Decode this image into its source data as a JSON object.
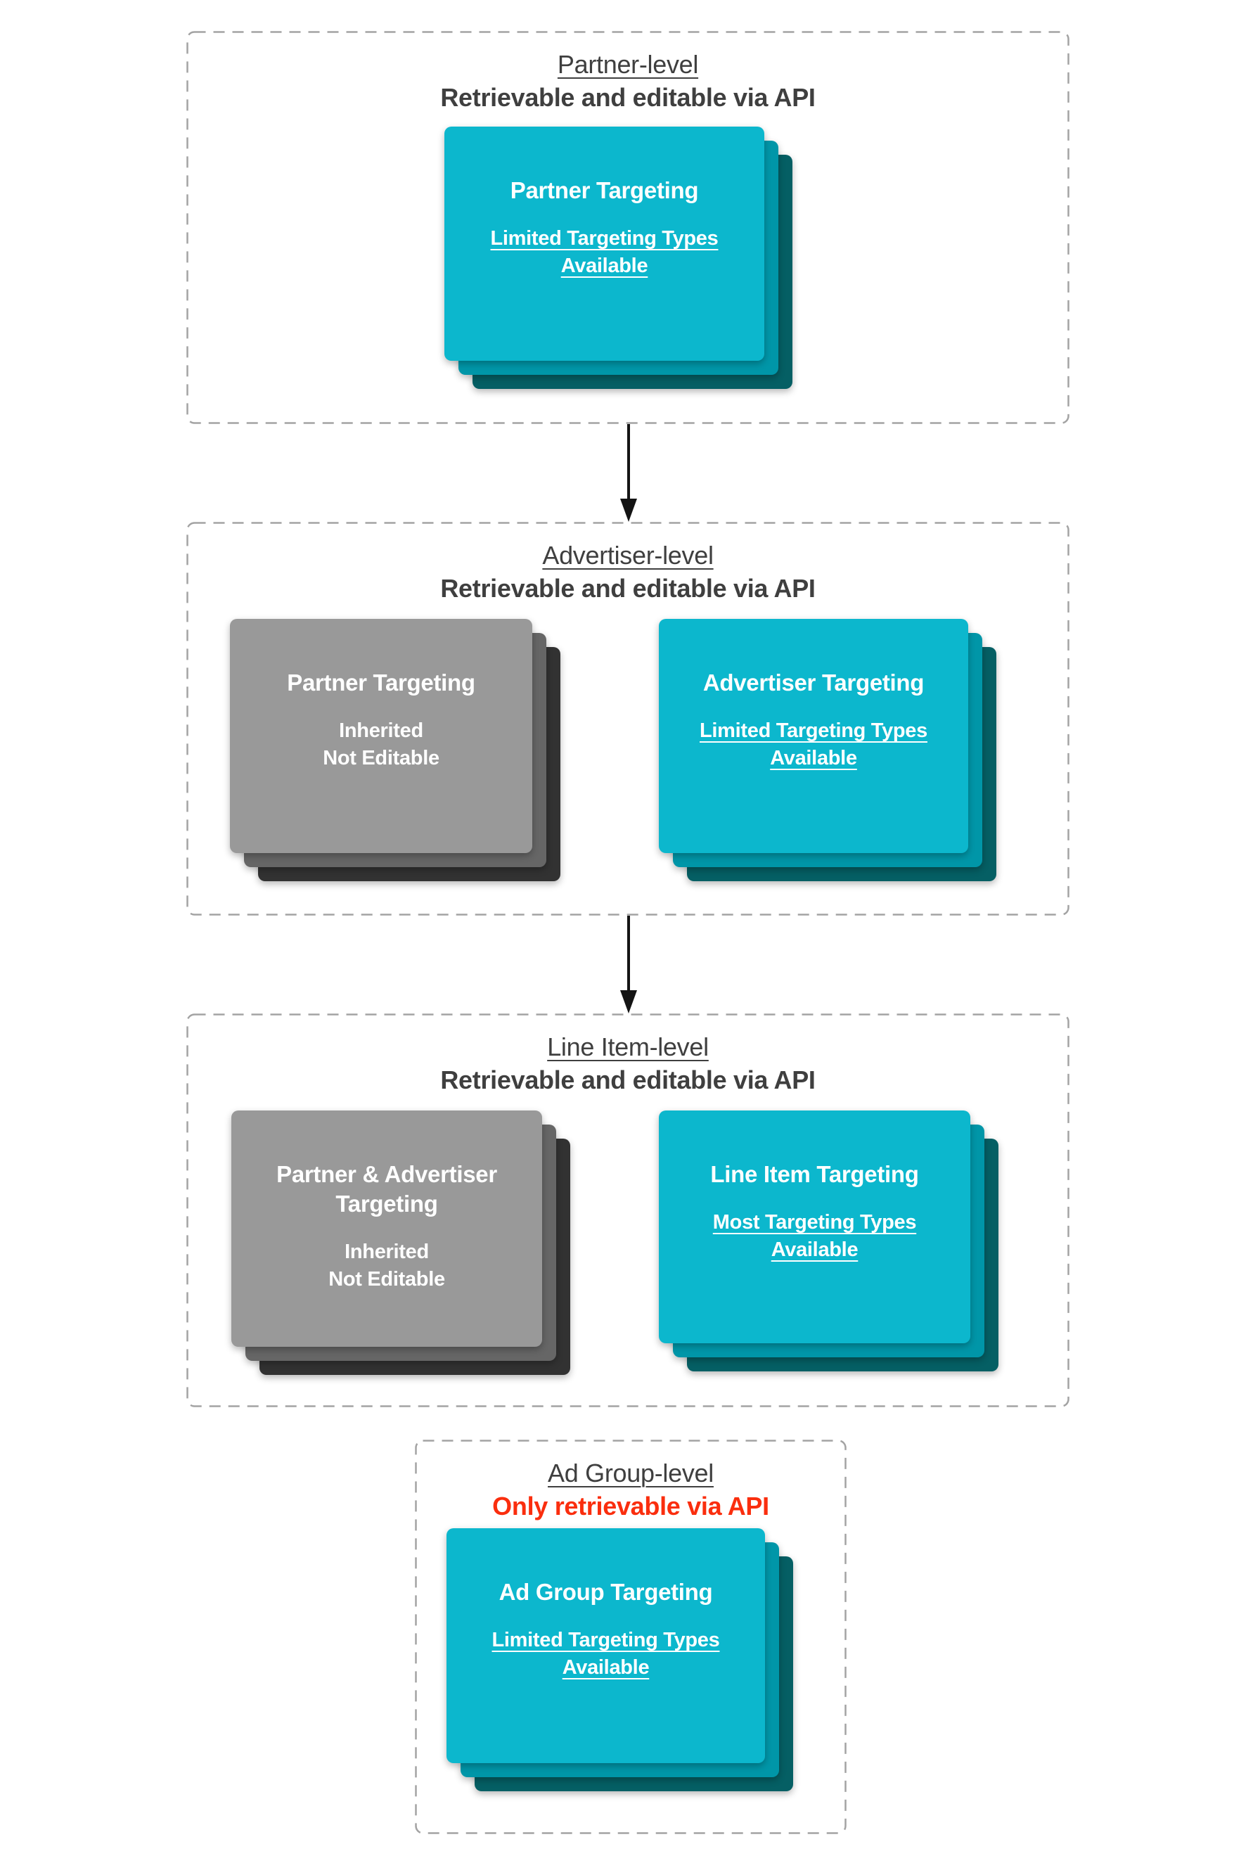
{
  "colors": {
    "cyan": "#0cb7cd",
    "cyan_shadow1": "#0096a8",
    "cyan_shadow2": "#055f64",
    "gray": "#999999",
    "gray_shadow1": "#666666",
    "gray_shadow2": "#323232",
    "heading": "#3f3f3f",
    "alert_red": "#fa2e0e",
    "panel_border": "#a3a3a3",
    "arrow": "#141414"
  },
  "sections": [
    {
      "title": "Partner-level",
      "subtitle": "Retrievable and editable via API",
      "cards": [
        {
          "variant": "cyan",
          "title_lines": [
            "Partner Targeting"
          ],
          "body_lines": [
            "Limited Targeting Types",
            "Available"
          ],
          "body_underlined": true
        }
      ]
    },
    {
      "title": "Advertiser-level",
      "subtitle": "Retrievable and editable via API",
      "cards": [
        {
          "variant": "gray",
          "title_lines": [
            "Partner Targeting"
          ],
          "body_lines": [
            "Inherited",
            "Not Editable"
          ],
          "body_underlined": false
        },
        {
          "variant": "cyan",
          "title_lines": [
            "Advertiser Targeting"
          ],
          "body_lines": [
            "Limited Targeting Types",
            "Available"
          ],
          "body_underlined": true
        }
      ]
    },
    {
      "title": "Line Item-level",
      "subtitle": "Retrievable and editable via API",
      "cards": [
        {
          "variant": "gray",
          "title_lines": [
            "Partner & Advertiser",
            "Targeting"
          ],
          "body_lines": [
            "Inherited",
            "Not Editable"
          ],
          "body_underlined": false
        },
        {
          "variant": "cyan",
          "title_lines": [
            "Line Item Targeting"
          ],
          "body_lines": [
            "Most Targeting Types",
            "Available"
          ],
          "body_underlined": true
        }
      ]
    },
    {
      "title": "Ad Group-level",
      "subtitle": "Only retrievable via API",
      "cards": [
        {
          "variant": "cyan",
          "title_lines": [
            "Ad Group Targeting"
          ],
          "body_lines": [
            "Limited Targeting Types",
            "Available"
          ],
          "body_underlined": true
        }
      ]
    }
  ]
}
